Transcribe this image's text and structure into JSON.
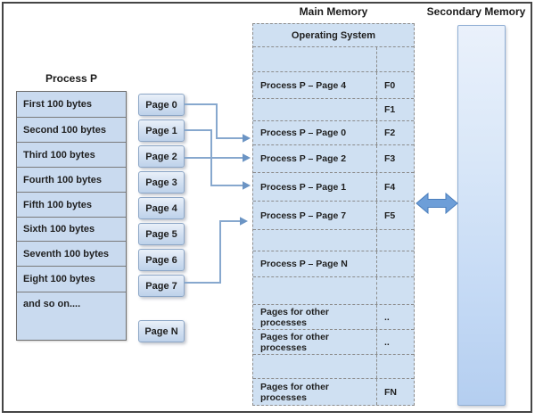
{
  "process_table": {
    "title": "Process P",
    "rows": [
      "First 100 bytes",
      "Second 100 bytes",
      "Third 100 bytes",
      "Fourth 100 bytes",
      "Fifth 100 bytes",
      "Sixth 100 bytes",
      "Seventh 100 bytes",
      "Eight 100 bytes",
      "and so on...."
    ]
  },
  "pages": {
    "labels": [
      "Page 0",
      "Page 1",
      "Page 2",
      "Page 3",
      "Page 4",
      "Page 5",
      "Page 6",
      "Page 7",
      "Page N"
    ]
  },
  "main_memory": {
    "title": "Main Memory",
    "rows": [
      {
        "label": "Operating System",
        "frame": "",
        "span": true
      },
      {
        "label": "",
        "frame": ""
      },
      {
        "label": "Process P – Page 4",
        "frame": "F0"
      },
      {
        "label": "",
        "frame": "F1"
      },
      {
        "label": "Process P – Page 0",
        "frame": "F2"
      },
      {
        "label": "Process P – Page 2",
        "frame": "F3"
      },
      {
        "label": "Process P – Page 1",
        "frame": "F4"
      },
      {
        "label": "Process P – Page 7",
        "frame": "F5"
      },
      {
        "label": "",
        "frame": ""
      },
      {
        "label": "Process P – Page N",
        "frame": ""
      },
      {
        "label": "",
        "frame": ""
      },
      {
        "label": "Pages for other processes",
        "frame": ".."
      },
      {
        "label": "Pages for other processes",
        "frame": ".."
      },
      {
        "label": "",
        "frame": ""
      },
      {
        "label": "Pages for other processes",
        "frame": "FN"
      }
    ]
  },
  "secondary_memory": {
    "title": "Secondary Memory"
  },
  "colors": {
    "table_fill": "#c9daef",
    "memory_cell_fill": "#cfe0f2",
    "page_box_fill_top": "#e9f0f9",
    "page_box_fill_bottom": "#bed2ea",
    "dashed_border": "#8c8c8c",
    "arrow_line": "#87a8ce",
    "arrow_head": "#6b94c4",
    "swap_arrow_fill": "#6d9ed8",
    "swap_arrow_border": "#4a7ebc",
    "text": "#1f1f1f"
  }
}
